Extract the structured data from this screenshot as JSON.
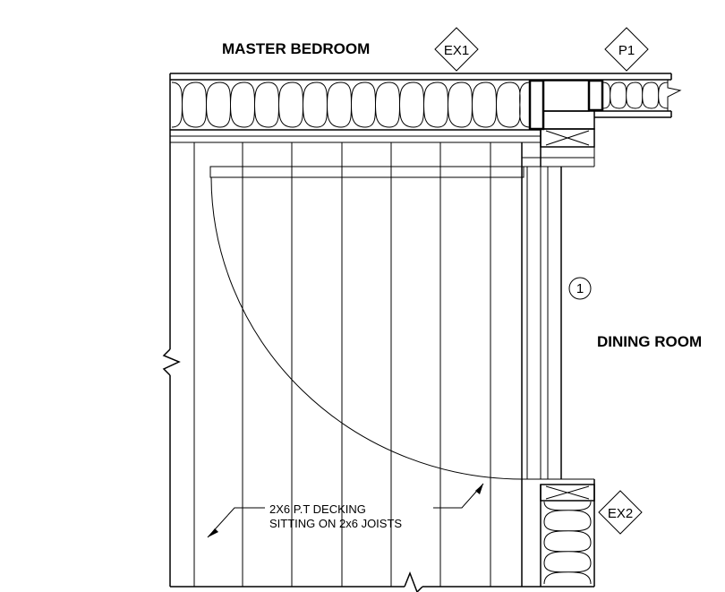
{
  "labels": {
    "master_bedroom": "MASTER BEDROOM",
    "dining_room": "DINING ROOM",
    "decking_note_line1": "2X6 P.T DECKING",
    "decking_note_line2": "SITTING ON 2x6 JOISTS"
  },
  "tags": {
    "ex1": "EX1",
    "p1": "P1",
    "ex2": "EX2",
    "door_number": "1"
  }
}
